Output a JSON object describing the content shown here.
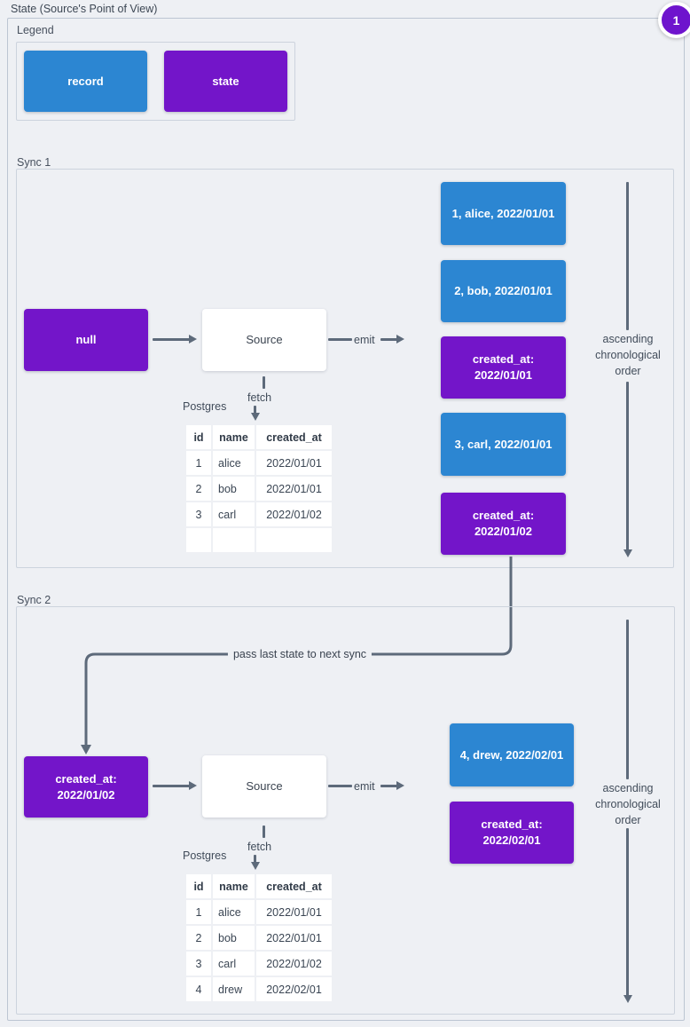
{
  "page": {
    "title": "State (Source's Point of View)",
    "badge_count": "1"
  },
  "colors": {
    "record_blue": "#2c86d2",
    "state_purple": "#7315c9",
    "badge_purple": "#6e14cd",
    "arrow_gray": "#5d6a7a",
    "background": "#eef0f4"
  },
  "legend": {
    "title": "Legend",
    "record_label": "record",
    "state_label": "state"
  },
  "order": {
    "lines": [
      "ascending",
      "chronological",
      "order"
    ]
  },
  "connector": {
    "label": "pass last state to next sync"
  },
  "sync1": {
    "title": "Sync 1",
    "input_state": "null",
    "source_label": "Source",
    "emit_label": "emit",
    "fetch_label": "fetch",
    "db_label": "Postgres",
    "table": {
      "headers": [
        "id",
        "name",
        "created_at"
      ],
      "rows": [
        [
          "1",
          "alice",
          "2022/01/01"
        ],
        [
          "2",
          "bob",
          "2022/01/01"
        ],
        [
          "3",
          "carl",
          "2022/01/02"
        ],
        [
          "",
          "",
          ""
        ]
      ]
    },
    "stream": [
      {
        "kind": "record",
        "lines": [
          "1, alice, 2022/01/01"
        ]
      },
      {
        "kind": "record",
        "lines": [
          "2, bob, 2022/01/01"
        ]
      },
      {
        "kind": "state",
        "lines": [
          "created_at:",
          "2022/01/01"
        ]
      },
      {
        "kind": "record",
        "lines": [
          "3, carl, 2022/01/01"
        ]
      },
      {
        "kind": "state",
        "lines": [
          "created_at:",
          "2022/01/02"
        ]
      }
    ]
  },
  "sync2": {
    "title": "Sync 2",
    "input_state_lines": [
      "created_at:",
      "2022/01/02"
    ],
    "source_label": "Source",
    "emit_label": "emit",
    "fetch_label": "fetch",
    "db_label": "Postgres",
    "table": {
      "headers": [
        "id",
        "name",
        "created_at"
      ],
      "rows": [
        [
          "1",
          "alice",
          "2022/01/01"
        ],
        [
          "2",
          "bob",
          "2022/01/01"
        ],
        [
          "3",
          "carl",
          "2022/01/02"
        ],
        [
          "4",
          "drew",
          "2022/02/01"
        ]
      ]
    },
    "stream": [
      {
        "kind": "record",
        "lines": [
          "4, drew, 2022/02/01"
        ]
      },
      {
        "kind": "state",
        "lines": [
          "created_at:",
          "2022/02/01"
        ]
      }
    ]
  }
}
